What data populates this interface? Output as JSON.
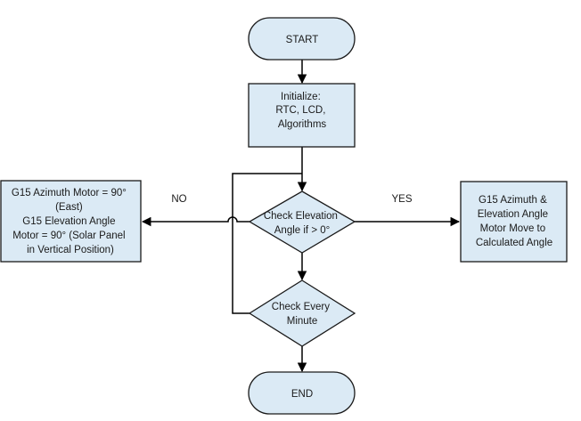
{
  "colors": {
    "node_fill": "#dbeaf5",
    "node_stroke": "#1a1a1a",
    "edge": "#000000"
  },
  "nodes": {
    "start": {
      "shape": "terminator",
      "lines": [
        "START"
      ]
    },
    "initialize": {
      "shape": "process",
      "lines": [
        "Initialize:",
        "RTC, LCD,",
        "Algorithms"
      ]
    },
    "check_elevation": {
      "shape": "decision",
      "lines": [
        "Check Elevation",
        "Angle  if > 0°"
      ]
    },
    "no_action": {
      "shape": "process",
      "lines": [
        "G15 Azimuth Motor = 90°",
        "(East)",
        "G15 Elevation Angle",
        "Motor = 90° (Solar Panel",
        "in Vertical Position)"
      ]
    },
    "yes_action": {
      "shape": "process",
      "lines": [
        "G15 Azimuth &",
        "Elevation Angle",
        "Motor Move to",
        "Calculated Angle"
      ]
    },
    "check_minute": {
      "shape": "decision",
      "lines": [
        "Check Every",
        "Minute"
      ]
    },
    "end": {
      "shape": "terminator",
      "lines": [
        "END"
      ]
    }
  },
  "edges": {
    "no_label": "NO",
    "yes_label": "YES"
  }
}
